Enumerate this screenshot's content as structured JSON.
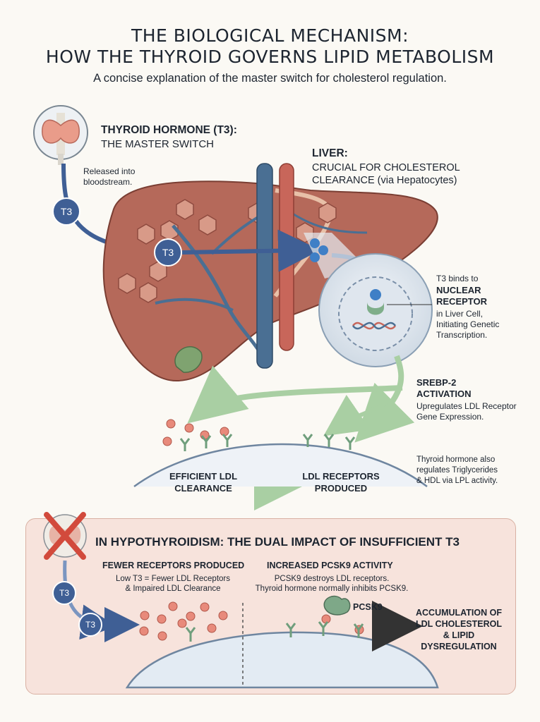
{
  "title": {
    "line1": "THE BIOLOGICAL MECHANISM:",
    "line2": "HOW THE THYROID GOVERNS LIPID METABOLISM",
    "subtitle": "A concise explanation of the master switch for cholesterol regulation."
  },
  "thyroid": {
    "heading": "THYROID HORMONE (T3):",
    "subheading": "THE MASTER SWITCH",
    "release_note_1": "Released into",
    "release_note_2": "bloodstream.",
    "badge": "T3"
  },
  "liver": {
    "heading": "LIVER:",
    "line1": "CRUCIAL FOR CHOLESTEROL",
    "line2": "CLEARANCE (via Hepatocytes)",
    "badge": "T3"
  },
  "nuclear": {
    "line1": "T3 binds to",
    "bold1": "NUCLEAR",
    "bold2": "RECEPTOR",
    "line2": "in Liver Cell,",
    "line3": "Initiating Genetic",
    "line4": "Transcription."
  },
  "srebp": {
    "bold1": "SREBP-2",
    "bold2": "ACTIVATION",
    "line1": "Upregulates LDL Receptor",
    "line2": "Gene Expression."
  },
  "membrane": {
    "efficient_1": "EFFICIENT LDL",
    "efficient_2": "CLEARANCE",
    "receptors_1": "LDL RECEPTORS",
    "receptors_2": "PRODUCED"
  },
  "trig_note": {
    "line1": "Thyroid hormone also",
    "line2": "regulates Triglycerides",
    "line3": "& HDL via LPL activity."
  },
  "hypo": {
    "heading": "IN HYPOTHYROIDISM: THE DUAL IMPACT OF INSUFFICIENT T3",
    "fewer_title": "FEWER RECEPTORS PRODUCED",
    "fewer_line1": "Low T3 = Fewer LDL Receptors",
    "fewer_line2": "& Impaired LDL Clearance",
    "pcsk9_title": "INCREASED PCSK9 ACTIVITY",
    "pcsk9_line1": "PCSK9 destroys LDL receptors.",
    "pcsk9_line2": "Thyroid hormone normally inhibits PCSK9.",
    "pcsk9_label": "PCSK9",
    "badge_a": "T3",
    "badge_b": "T3",
    "result_1": "ACCUMULATION OF",
    "result_2": "LDL CHOLESTEROL",
    "result_3": "& LIPID",
    "result_4": "DYSREGULATION"
  },
  "colors": {
    "liver": "#b5695a",
    "liver_dark": "#8e4a3f",
    "vessel_blue": "#4a6f93",
    "vessel_red": "#c8665a",
    "t3_blue": "#3f5f95",
    "arrow_green": "#a9cfa3",
    "ldl_pink": "#e88a7b",
    "receptor_green": "#6f9e7c",
    "hypo_bg": "#f7e3dc"
  }
}
